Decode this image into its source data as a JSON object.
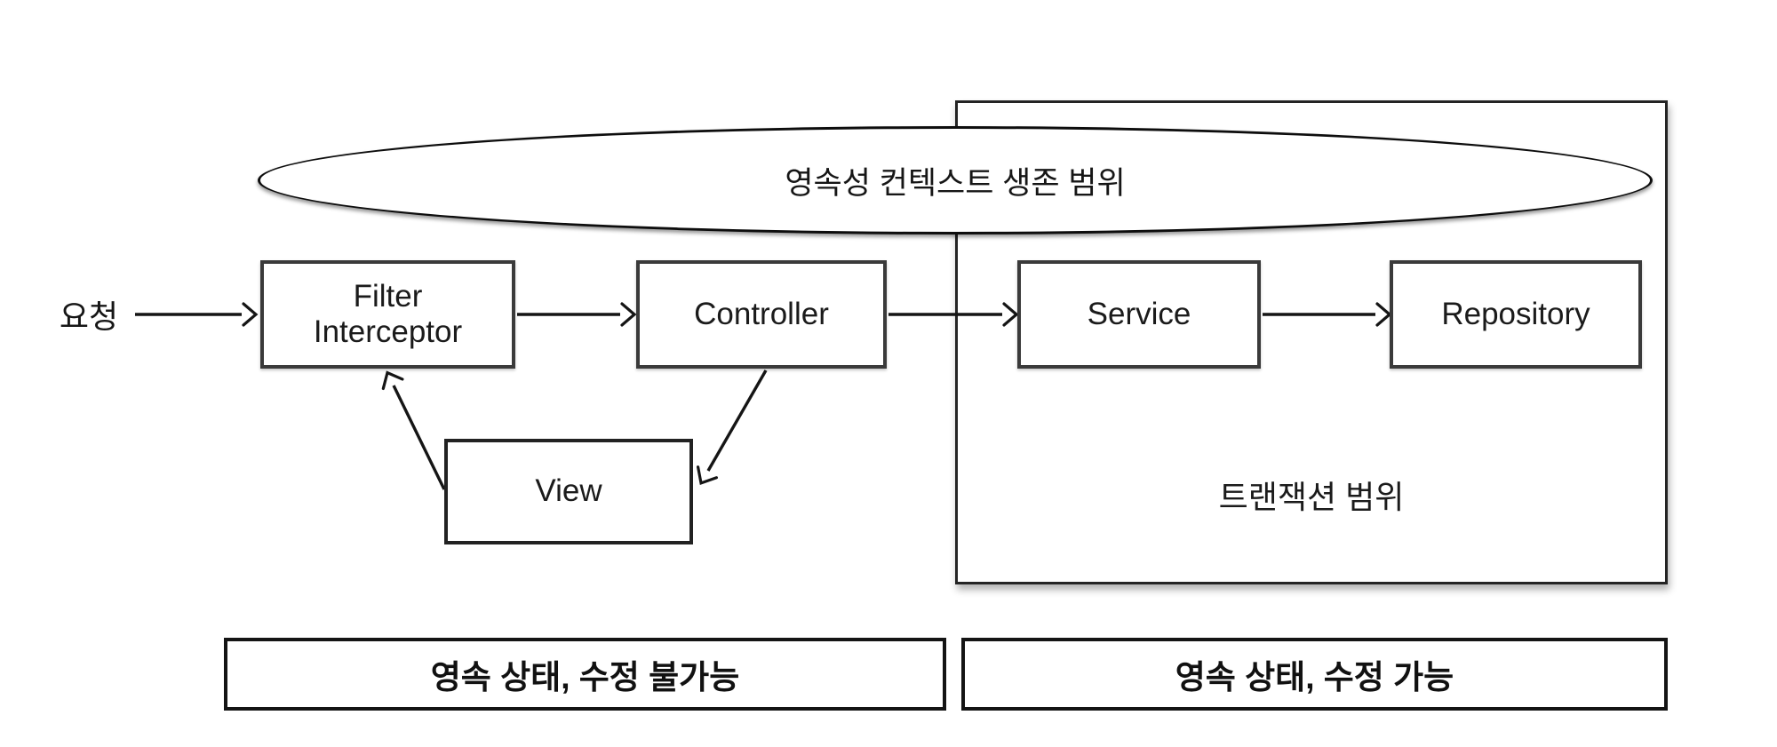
{
  "diagram": {
    "persistence_scope_label": "영속성 컨텍스트 생존 범위",
    "transaction_scope_label": "트랜잭션 범위",
    "request_label": "요청",
    "nodes": {
      "filter_interceptor": "Filter\nInterceptor",
      "controller": "Controller",
      "service": "Service",
      "repository": "Repository",
      "view": "View"
    },
    "legend": {
      "left": "영속 상태, 수정 불가능",
      "right": "영속 상태, 수정 가능"
    },
    "edges": [
      {
        "from": "요청",
        "to": "Filter Interceptor"
      },
      {
        "from": "Filter Interceptor",
        "to": "Controller"
      },
      {
        "from": "Controller",
        "to": "Service"
      },
      {
        "from": "Service",
        "to": "Repository"
      },
      {
        "from": "Controller",
        "to": "View"
      },
      {
        "from": "View",
        "to": "Filter Interceptor"
      }
    ],
    "colors": {
      "stroke": "#151515",
      "background": "#ffffff"
    }
  }
}
